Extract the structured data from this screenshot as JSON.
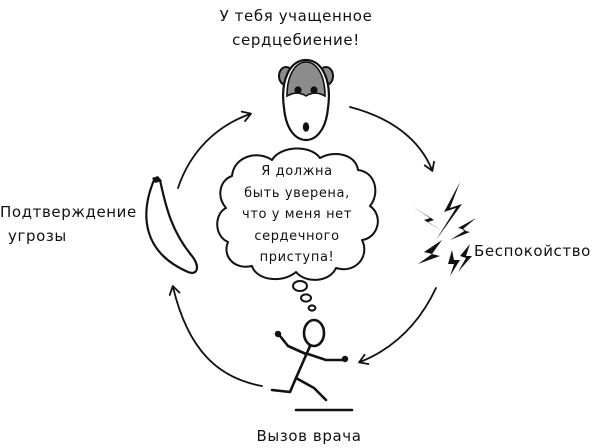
{
  "labels": {
    "top": [
      "У тебя учащенное",
      "сердцебиение!"
    ],
    "right": "Беспокойство",
    "bottom": "Вызов врача",
    "left": [
      "Подтверждение",
      "угрозы"
    ]
  },
  "thought_bubble": [
    "Я должна",
    "быть уверена,",
    "что у меня нет",
    "сердечного",
    "приступа!"
  ],
  "colors": {
    "ink": "#111111",
    "monkey_fur": "#8c8c8c",
    "background": "#ffffff"
  }
}
